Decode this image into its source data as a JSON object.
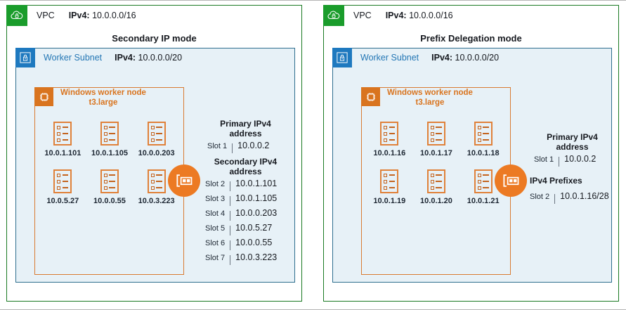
{
  "panels": [
    {
      "id": "secondary-ip-mode",
      "vpc": {
        "icon": "vpc-cloud-icon",
        "label": "VPC",
        "cidr_key": "IPv4:",
        "cidr_value": "10.0.0.0/16"
      },
      "mode_title": "Secondary IP mode",
      "subnet": {
        "icon": "subnet-lock-icon",
        "label": "Worker Subnet",
        "cidr_key": "IPv4:",
        "cidr_value": "10.0.0.0/20"
      },
      "node": {
        "icon": "cpu-chip-icon",
        "title_line1": "Windows worker node",
        "title_line2": "t3.large"
      },
      "pods": [
        "10.0.1.101",
        "10.0.1.105",
        "10.0.0.203",
        "10.0.5.27",
        "10.0.0.55",
        "10.0.3.223"
      ],
      "eni": {
        "icon": "network-interface-icon"
      },
      "slot_groups": [
        {
          "heading_line1": "Primary IPv4",
          "heading_line2": "address",
          "rows": [
            {
              "slot": "Slot 1",
              "value": "10.0.0.2"
            }
          ]
        },
        {
          "heading_line1": "Secondary IPv4",
          "heading_line2": "address",
          "rows": [
            {
              "slot": "Slot 2",
              "value": "10.0.1.101"
            },
            {
              "slot": "Slot 3",
              "value": "10.0.1.105"
            },
            {
              "slot": "Slot 4",
              "value": "10.0.0.203"
            },
            {
              "slot": "Slot 5",
              "value": "10.0.5.27"
            },
            {
              "slot": "Slot 6",
              "value": "10.0.0.55"
            },
            {
              "slot": "Slot 7",
              "value": "10.0.3.223"
            }
          ]
        }
      ]
    },
    {
      "id": "prefix-delegation-mode",
      "vpc": {
        "icon": "vpc-cloud-icon",
        "label": "VPC",
        "cidr_key": "IPv4:",
        "cidr_value": "10.0.0.0/16"
      },
      "mode_title": "Prefix Delegation mode",
      "subnet": {
        "icon": "subnet-lock-icon",
        "label": "Worker Subnet",
        "cidr_key": "IPv4:",
        "cidr_value": "10.0.0.0/20"
      },
      "node": {
        "icon": "cpu-chip-icon",
        "title_line1": "Windows worker node",
        "title_line2": "t3.large"
      },
      "pods": [
        "10.0.1.16",
        "10.0.1.17",
        "10.0.1.18",
        "10.0.1.19",
        "10.0.1.20",
        "10.0.1.21"
      ],
      "eni": {
        "icon": "network-interface-icon"
      },
      "slot_groups": [
        {
          "heading_line1": "Primary IPv4",
          "heading_line2": "address",
          "rows": [
            {
              "slot": "Slot 1",
              "value": "10.0.0.2"
            }
          ]
        },
        {
          "heading_line1": "IPv4 Prefixes",
          "heading_line2": "",
          "rows": [
            {
              "slot": "Slot 2",
              "value": "10.0.1.16/28"
            }
          ]
        }
      ]
    }
  ],
  "colors": {
    "vpc_green": "#1a9c2b",
    "vpc_border": "#1a7a23",
    "subnet_blue": "#1e79bf",
    "subnet_border": "#2e6e8e",
    "subnet_fill": "#e7f1f7",
    "node_orange": "#d9741f",
    "eni_orange": "#ec7a23",
    "pod_orange": "#e08139",
    "text_dark": "#16191f"
  }
}
